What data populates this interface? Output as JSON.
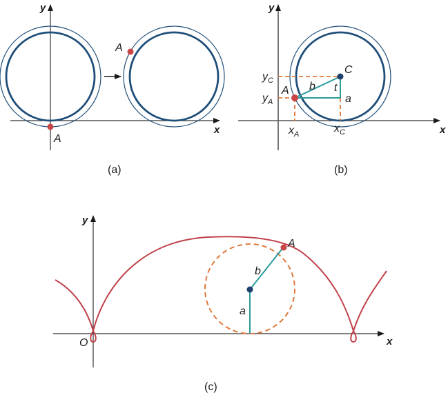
{
  "figure": {
    "colors": {
      "axis": "#333333",
      "circle": "#1f4e79",
      "point_a": "#c94444",
      "center_point": "#1f3f6e",
      "radius_segment": "#2a9a9a",
      "guide_dashes": "#e0773a",
      "curve": "#c0404a"
    },
    "panel_a": {
      "caption": "(a)",
      "x_axis_label": "x",
      "y_axis_label": "y",
      "point_label_start": "A",
      "point_label_moved": "A",
      "arrow_icon": "right-arrow"
    },
    "panel_b": {
      "caption": "(b)",
      "x_axis_label": "x",
      "y_axis_label": "y",
      "point_a_label": "A",
      "center_label": "C",
      "segment_b_label": "b",
      "segment_a_label": "a",
      "angle_label": "t",
      "xa_main": "x",
      "xa_sub": "A",
      "xc_main": "x",
      "xc_sub": "C",
      "ya_main": "y",
      "ya_sub": "A",
      "yc_main": "y",
      "yc_sub": "C"
    },
    "panel_c": {
      "caption": "(c)",
      "x_axis_label": "x",
      "y_axis_label": "y",
      "origin_label": "O",
      "point_a_label": "A",
      "segment_b_label": "b",
      "segment_a_label": "a"
    }
  }
}
